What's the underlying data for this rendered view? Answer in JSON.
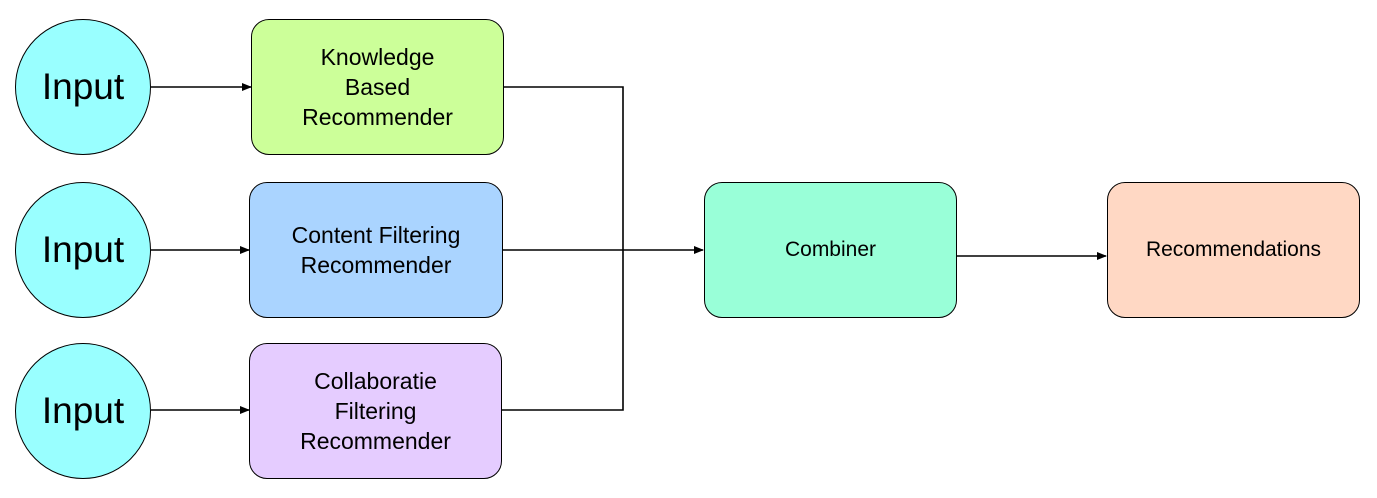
{
  "nodes": {
    "input_1": {
      "label": "Input",
      "color": "#99ffff"
    },
    "input_2": {
      "label": "Input",
      "color": "#99ffff"
    },
    "input_3": {
      "label": "Input",
      "color": "#99ffff"
    },
    "knowledge_based": {
      "label": "Knowledge\nBased\nRecommender",
      "color": "#ccff99"
    },
    "content_filtering": {
      "label": "Content Filtering\nRecommender",
      "color": "#aad4ff"
    },
    "collaborative_filtering": {
      "label": "Collaboratie\nFiltering\nRecommender",
      "color": "#e5ccff"
    },
    "combiner": {
      "label": "Combiner",
      "color": "#99ffd8"
    },
    "recommendations": {
      "label": "Recommendations",
      "color": "#ffd8c4"
    }
  },
  "edges": [
    {
      "from": "input_1",
      "to": "knowledge_based"
    },
    {
      "from": "input_2",
      "to": "content_filtering"
    },
    {
      "from": "input_3",
      "to": "collaborative_filtering"
    },
    {
      "from": "knowledge_based",
      "to": "combiner"
    },
    {
      "from": "content_filtering",
      "to": "combiner"
    },
    {
      "from": "collaborative_filtering",
      "to": "combiner"
    },
    {
      "from": "combiner",
      "to": "recommendations"
    }
  ]
}
